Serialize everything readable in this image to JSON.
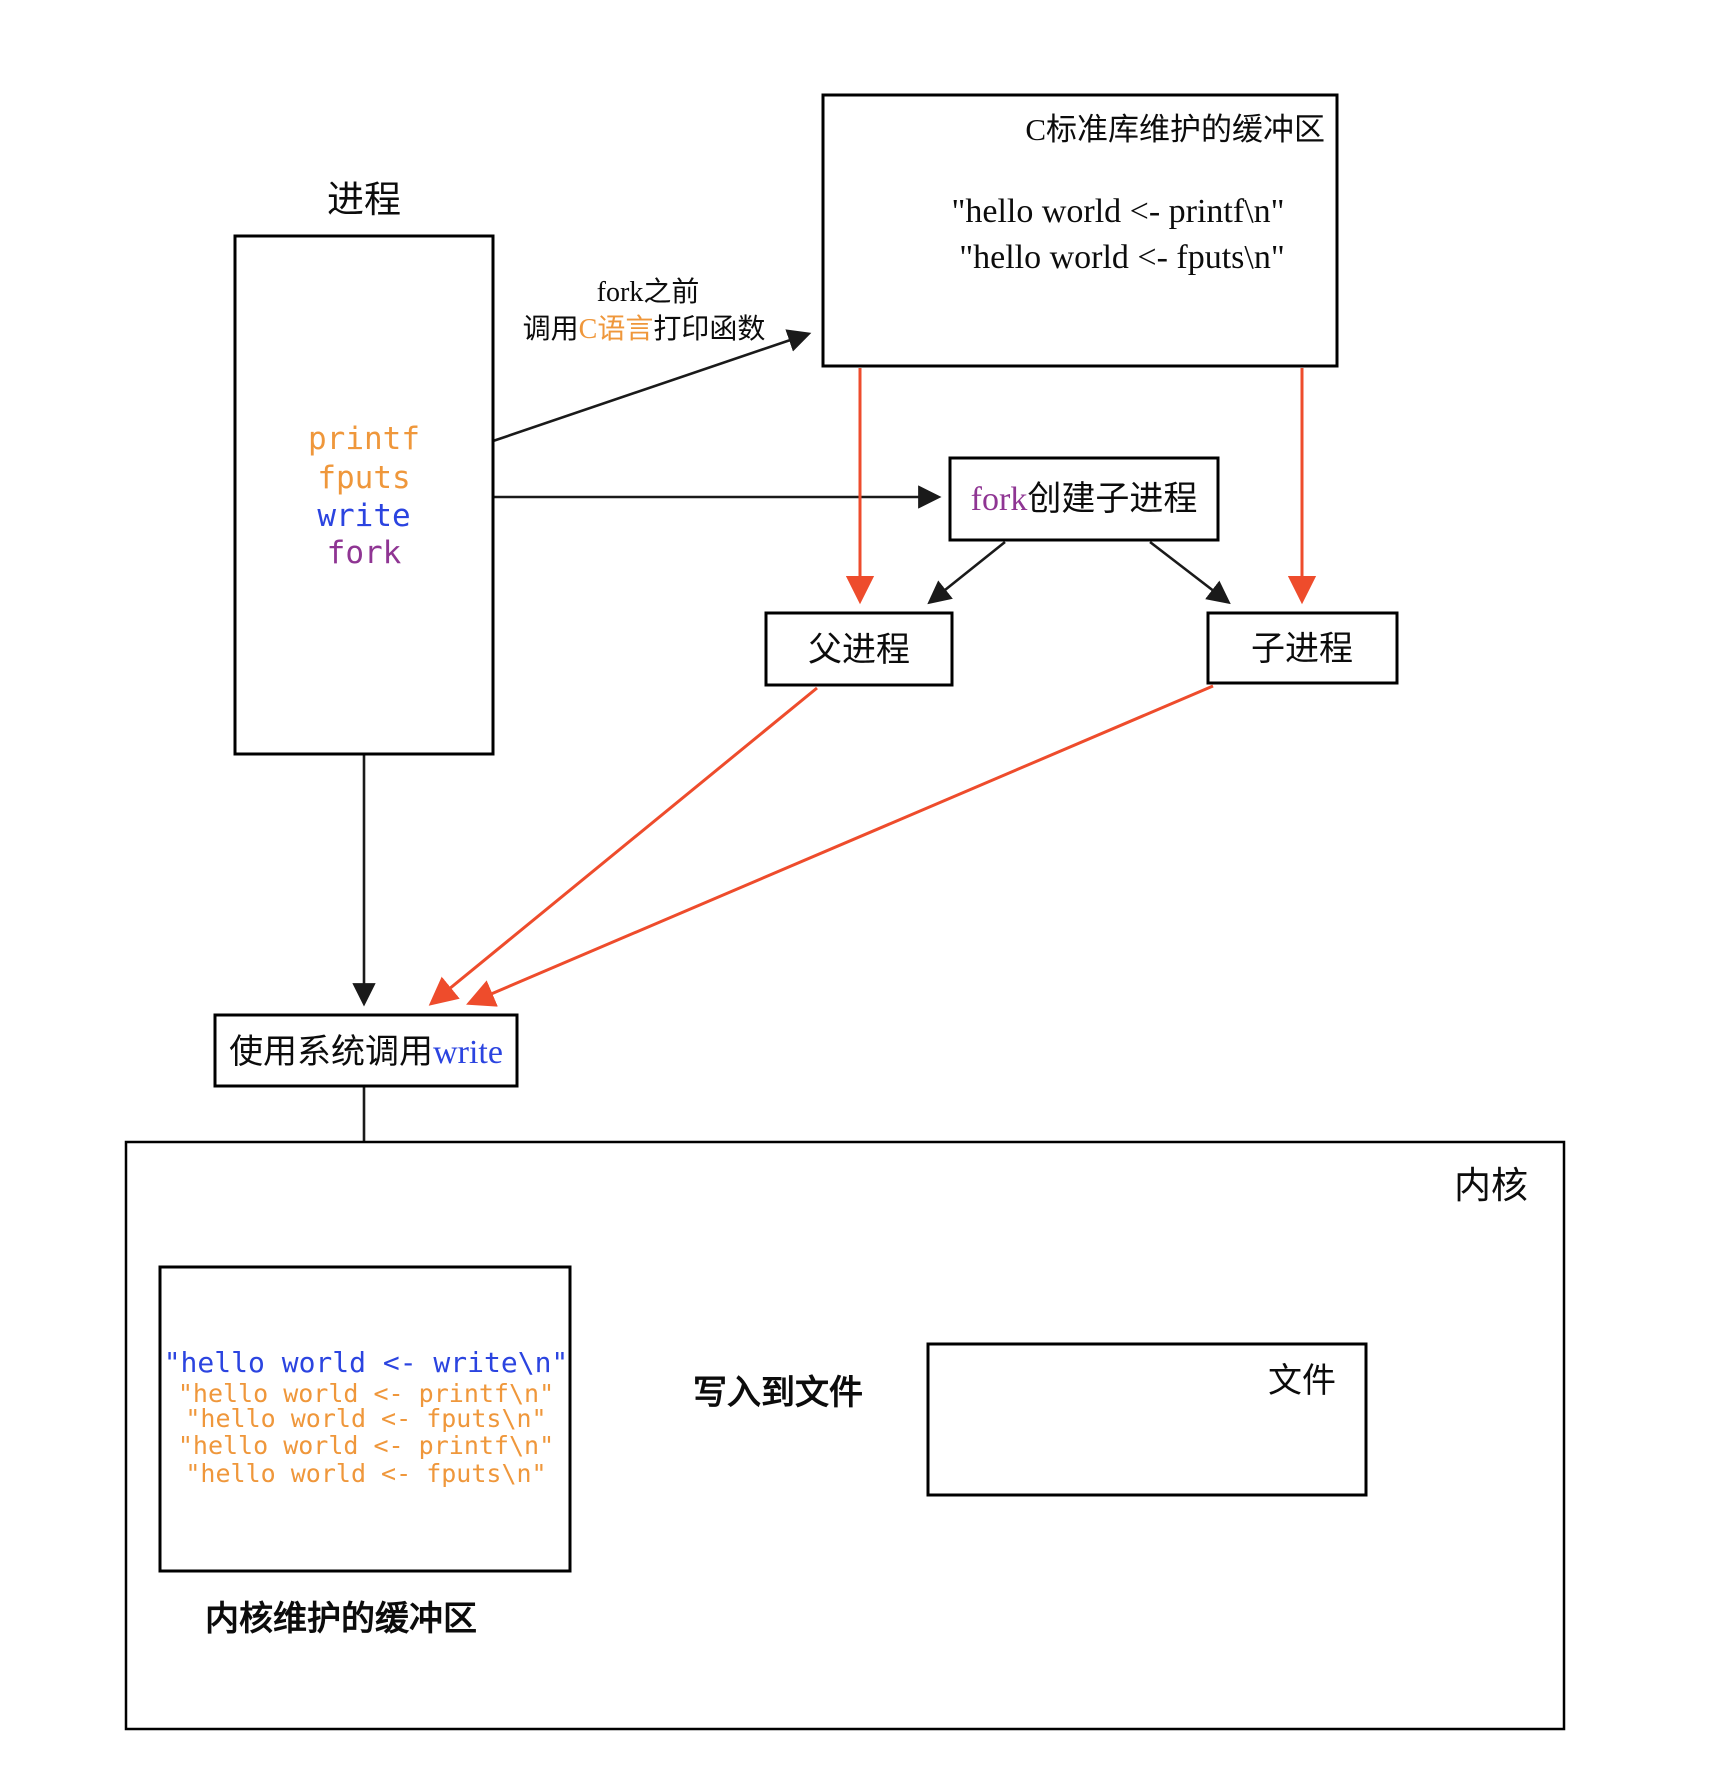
{
  "colors": {
    "orange": "#EF973B",
    "blue": "#2B44E0",
    "purple": "#8F3593",
    "red": "#EE4C2C",
    "black": "#1A1A1A"
  },
  "process_box": {
    "title": "进程",
    "functions": [
      {
        "name": "printf",
        "color": "orange"
      },
      {
        "name": "fputs",
        "color": "orange"
      },
      {
        "name": "write",
        "color": "blue"
      },
      {
        "name": "fork",
        "color": "purple"
      }
    ]
  },
  "c_buffer_box": {
    "title": "C标准库维护的缓冲区",
    "lines": [
      "\"hello world <- printf\\n\"",
      "\"hello world <- fputs\\n\""
    ]
  },
  "fork_before_label": {
    "line1": "fork之前",
    "line2_prefix": "调用",
    "line2_highlight": "C语言",
    "line2_suffix": "打印函数"
  },
  "fork_box": {
    "highlight": "fork",
    "rest": "创建子进程"
  },
  "parent_box": {
    "label": "父进程"
  },
  "child_box": {
    "label": "子进程"
  },
  "syscall_box": {
    "prefix": "使用系统调用",
    "highlight": "write"
  },
  "kernel_box": {
    "label": "内核"
  },
  "kernel_buffer_box": {
    "caption": "内核维护的缓冲区",
    "lines": [
      {
        "text": "\"hello world <- write\\n\"",
        "color": "blue"
      },
      {
        "text": "\"hello world <- printf\\n\"",
        "color": "orange"
      },
      {
        "text": "\"hello world <- fputs\\n\"",
        "color": "orange"
      },
      {
        "text": "\"hello world <- printf\\n\"",
        "color": "orange"
      },
      {
        "text": "\"hello world <- fputs\\n\"",
        "color": "orange"
      }
    ]
  },
  "file_box": {
    "label": "文件"
  },
  "write_to_file": {
    "label": "写入到文件"
  }
}
